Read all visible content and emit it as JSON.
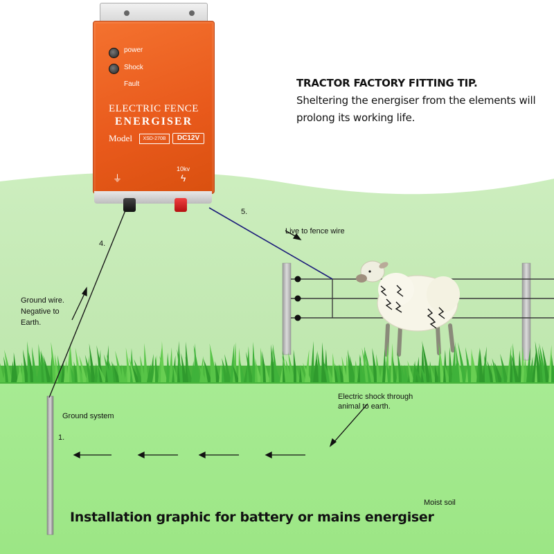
{
  "energiser": {
    "indicators": [
      "power",
      "Shock",
      "Fault"
    ],
    "brand_line1": "ELECTRIC FENCE",
    "brand_line2": "ENERGISER",
    "model_label": "Model",
    "model_value": "XSD-270B",
    "voltage_badge": "DC12V",
    "output_kv": "10kv"
  },
  "tip": {
    "title": "TRACTOR FACTORY FITTING TIP.",
    "body": "Sheltering the energiser from the elements will prolong its working life."
  },
  "labels": {
    "step5": "5.",
    "live": "Live to fence wire",
    "step4": "4.",
    "ground_wire": "Ground wire.\nNegative to\nEarth.",
    "shock": "Electric shock through\nanimal to earth.",
    "ground_system": "Ground system",
    "step1": "1.",
    "moist_soil": "Moist soil"
  },
  "caption": "Installation graphic for battery or mains energiser",
  "colors": {
    "sky_hill": "#c3eab4",
    "soil": "#a3ea8f",
    "grass": "#3fb23a",
    "energiser_orange": "#ea5b1e",
    "live_wire": "#1c1c7a",
    "terminal_red": "#d81c1c",
    "terminal_black": "#1a1a1a"
  }
}
